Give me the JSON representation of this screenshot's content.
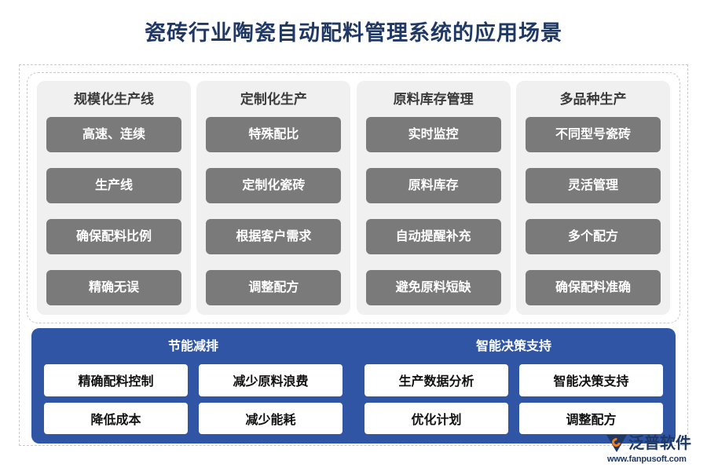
{
  "title": "瓷砖行业陶瓷自动配料管理系统的应用场景",
  "colors": {
    "title": "#1f3864",
    "panel_blue": "#2f55a4",
    "cell_gray": "#7a7a7a",
    "column_bg": "#f0f0f0",
    "dashed_border": "#c9c9c9",
    "logo_orange": "#ef8022"
  },
  "columns": [
    {
      "header": "规模化生产线",
      "cells": [
        "高速、连续",
        "生产线",
        "确保配料比例",
        "精确无误"
      ]
    },
    {
      "header": "定制化生产",
      "cells": [
        "特殊配比",
        "定制化瓷砖",
        "根据客户需求",
        "调整配方"
      ]
    },
    {
      "header": "原料库存管理",
      "cells": [
        "实时监控",
        "原料库存",
        "自动提醒补充",
        "避免原料短缺"
      ]
    },
    {
      "header": "多品种生产",
      "cells": [
        "不同型号瓷砖",
        "灵活管理",
        "多个配方",
        "确保配料准确"
      ]
    }
  ],
  "blue_groups": [
    {
      "header": "节能减排",
      "items": [
        "精确配料控制",
        "减少原料浪费",
        "降低成本",
        "减少能耗"
      ]
    },
    {
      "header": "智能决策支持",
      "items": [
        "生产数据分析",
        "智能决策支持",
        "优化计划",
        "调整配方"
      ]
    }
  ],
  "logo": {
    "name": "泛普软件",
    "url": "www.fanpusoft.com"
  }
}
